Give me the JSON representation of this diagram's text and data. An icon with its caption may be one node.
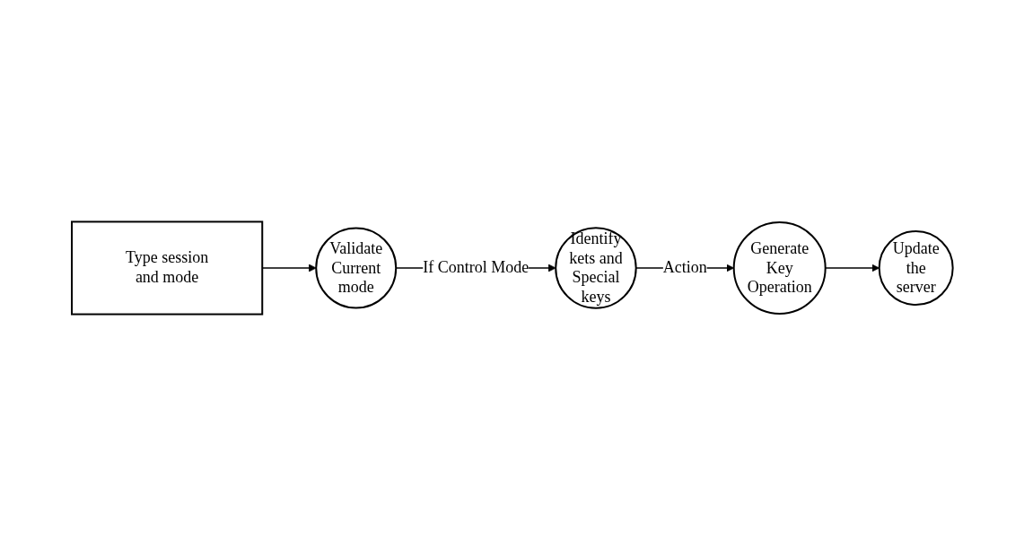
{
  "diagram": {
    "nodes": [
      {
        "text": [
          "Type session and mode"
        ]
      },
      {
        "text": [
          "Validate Current mode"
        ]
      },
      {
        "text": [
          "Identify kets and Special keys"
        ]
      },
      {
        "text": [
          "Generate Key Operation"
        ]
      },
      {
        "text": [
          "Update the server"
        ]
      }
    ],
    "edges": [
      {
        "from": 0,
        "to": 1,
        "arrow": "to"
      },
      {
        "from": 1,
        "to": 2,
        "label": "If Control Mode",
        "arrow": "to"
      },
      {
        "from": 2,
        "to": 3,
        "label": "Action",
        "arrow": "to"
      },
      {
        "from": 3,
        "to": 4,
        "arrow": "to"
      }
    ]
  }
}
